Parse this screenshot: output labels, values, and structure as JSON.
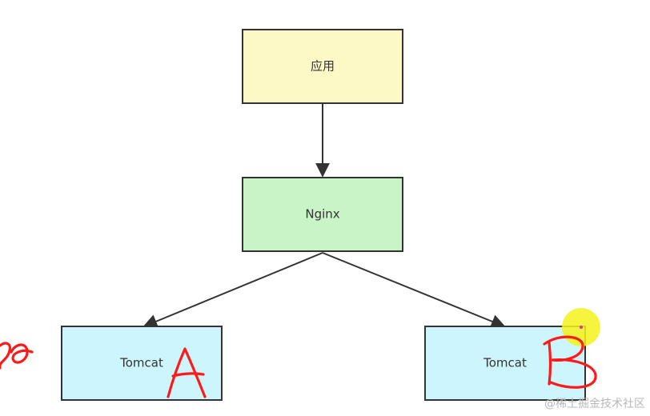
{
  "diagram": {
    "nodes": {
      "app": {
        "label": "应用",
        "fill": "#fdf9c7"
      },
      "nginx": {
        "label": "Nginx",
        "fill": "#c9f4c8"
      },
      "tomcat_a": {
        "label": "Tomcat",
        "fill": "#cdf5fd"
      },
      "tomcat_b": {
        "label": "Tomcat",
        "fill": "#cdf5fd"
      }
    },
    "edges": [
      {
        "from": "app",
        "to": "nginx"
      },
      {
        "from": "nginx",
        "to": "tomcat_a"
      },
      {
        "from": "nginx",
        "to": "tomcat_b"
      }
    ],
    "annotations": {
      "letter_a": "A",
      "letter_b": "B",
      "ink_color": "#ff1a1a",
      "cursor_highlight_color": "#f5f21a"
    },
    "watermark": "@稀土掘金技术社区"
  }
}
